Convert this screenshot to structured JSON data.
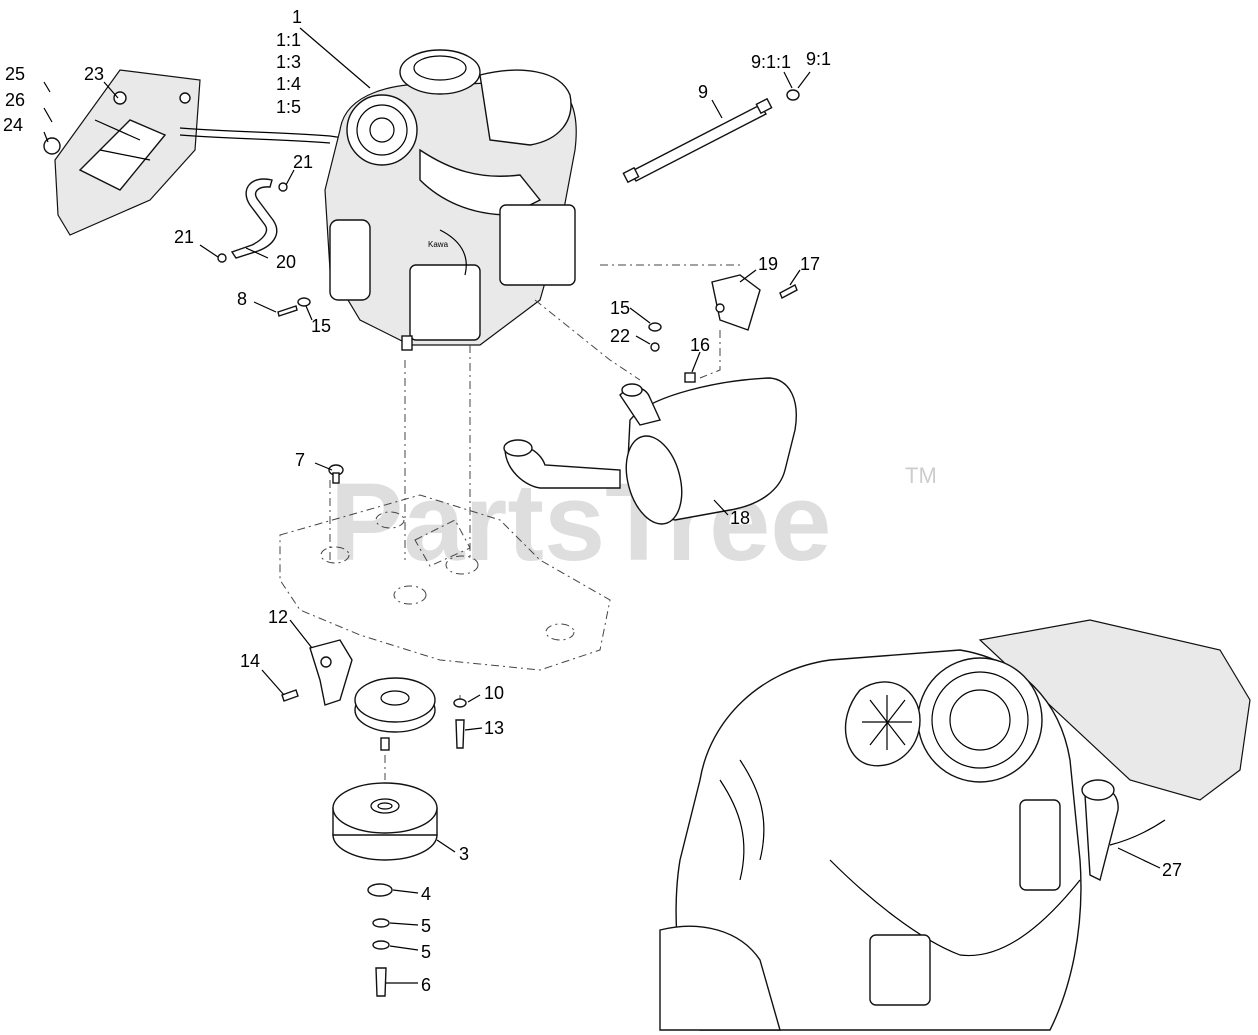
{
  "watermark": {
    "text": "PartsTree",
    "trademark": "TM"
  },
  "callouts": [
    {
      "id": "1",
      "text": "1"
    },
    {
      "id": "1_1",
      "text": "1:1"
    },
    {
      "id": "1_3",
      "text": "1:3"
    },
    {
      "id": "1_4",
      "text": "1:4"
    },
    {
      "id": "1_5",
      "text": "1:5"
    },
    {
      "id": "25",
      "text": "25"
    },
    {
      "id": "23",
      "text": "23"
    },
    {
      "id": "26",
      "text": "26"
    },
    {
      "id": "24",
      "text": "24"
    },
    {
      "id": "21a",
      "text": "21"
    },
    {
      "id": "21b",
      "text": "21"
    },
    {
      "id": "20",
      "text": "20"
    },
    {
      "id": "8",
      "text": "8"
    },
    {
      "id": "15a",
      "text": "15"
    },
    {
      "id": "9",
      "text": "9"
    },
    {
      "id": "9_1_1",
      "text": "9:1:1"
    },
    {
      "id": "9_1",
      "text": "9:1"
    },
    {
      "id": "19",
      "text": "19"
    },
    {
      "id": "17",
      "text": "17"
    },
    {
      "id": "15b",
      "text": "15"
    },
    {
      "id": "22",
      "text": "22"
    },
    {
      "id": "16",
      "text": "16"
    },
    {
      "id": "7",
      "text": "7"
    },
    {
      "id": "18",
      "text": "18"
    },
    {
      "id": "12",
      "text": "12"
    },
    {
      "id": "14",
      "text": "14"
    },
    {
      "id": "10",
      "text": "10"
    },
    {
      "id": "13",
      "text": "13"
    },
    {
      "id": "3",
      "text": "3"
    },
    {
      "id": "4",
      "text": "4"
    },
    {
      "id": "5a",
      "text": "5"
    },
    {
      "id": "5b",
      "text": "5"
    },
    {
      "id": "6",
      "text": "6"
    },
    {
      "id": "27",
      "text": "27"
    }
  ]
}
